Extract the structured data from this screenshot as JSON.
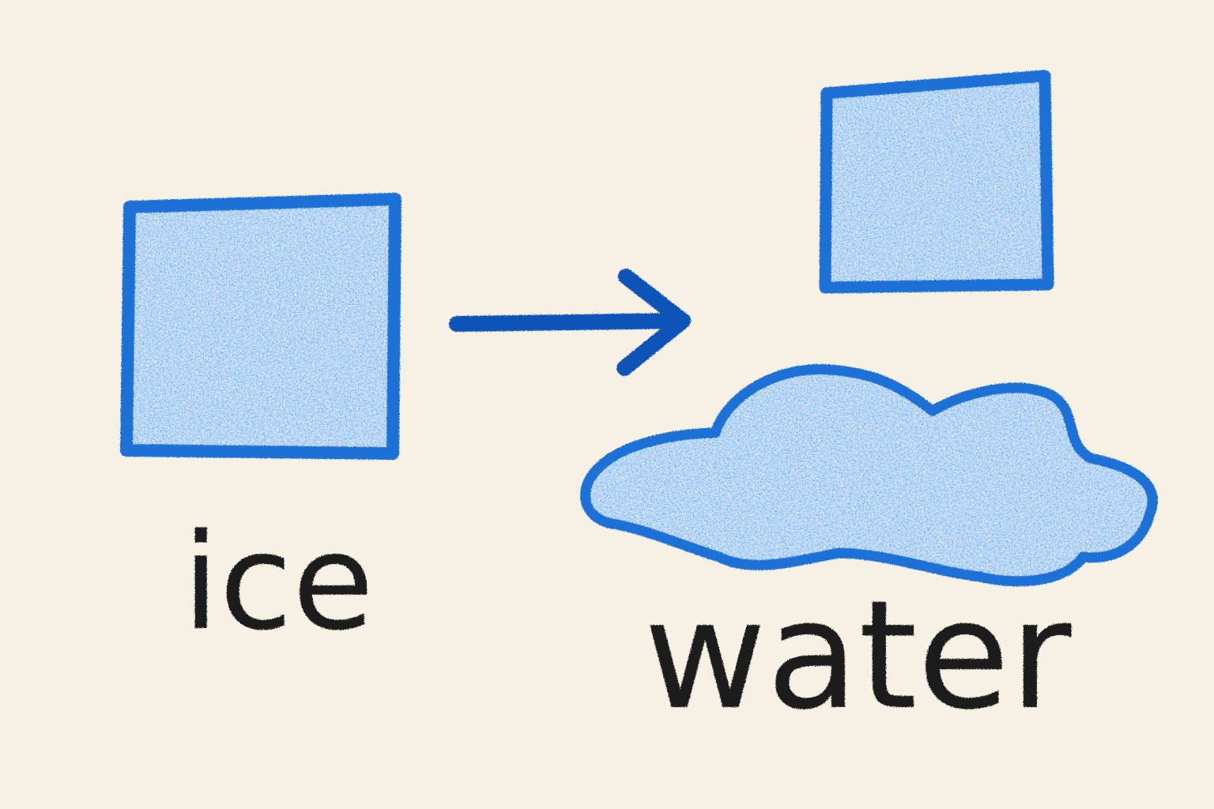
{
  "colors": {
    "paper": "#f6f1e4",
    "crayon_blue_fill": "#4aa8ec",
    "crayon_blue_outline": "#1e6fd6",
    "arrow_blue": "#0f52b8",
    "pencil_black": "#1b1b1b"
  },
  "diagram": {
    "left": {
      "shape_icon": "ice-cube",
      "label": "ice"
    },
    "arrow_icon": "right-arrow",
    "right": {
      "shape_icons": [
        "ice-cube",
        "water-puddle"
      ],
      "label": "water"
    }
  }
}
